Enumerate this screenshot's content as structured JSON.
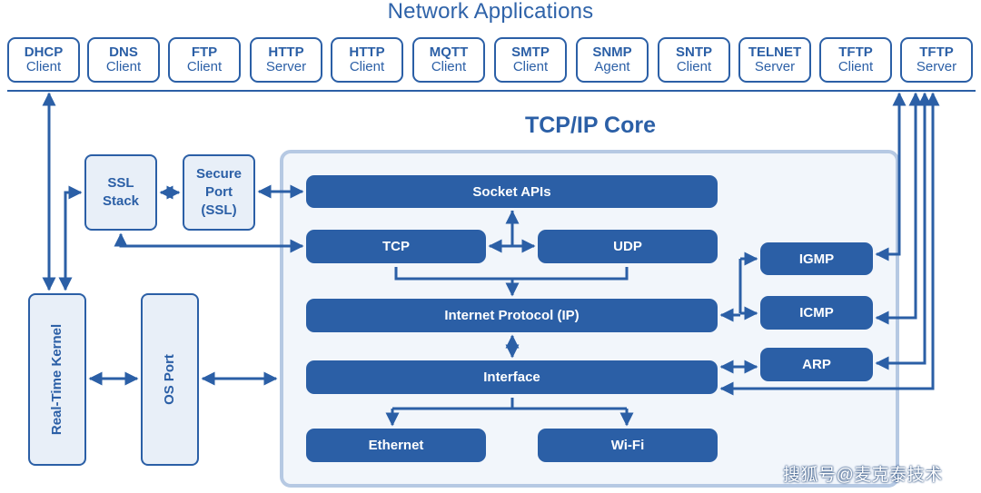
{
  "title": "Network Applications",
  "apps": [
    {
      "line1": "DHCP",
      "line2": "Client"
    },
    {
      "line1": "DNS",
      "line2": "Client"
    },
    {
      "line1": "FTP",
      "line2": "Client"
    },
    {
      "line1": "HTTP",
      "line2": "Server"
    },
    {
      "line1": "HTTP",
      "line2": "Client"
    },
    {
      "line1": "MQTT",
      "line2": "Client"
    },
    {
      "line1": "SMTP",
      "line2": "Client"
    },
    {
      "line1": "SNMP",
      "line2": "Agent"
    },
    {
      "line1": "SNTP",
      "line2": "Client"
    },
    {
      "line1": "TELNET",
      "line2": "Server"
    },
    {
      "line1": "TFTP",
      "line2": "Client"
    },
    {
      "line1": "TFTP",
      "line2": "Server"
    }
  ],
  "core": {
    "title": "TCP/IP Core",
    "socket_apis": "Socket APIs",
    "tcp": "TCP",
    "udp": "UDP",
    "ip": "Internet Protocol (IP)",
    "interface": "Interface",
    "ethernet": "Ethernet",
    "wifi": "Wi-Fi",
    "igmp": "IGMP",
    "icmp": "ICMP",
    "arp": "ARP"
  },
  "ssl_stack": {
    "line1": "SSL",
    "line2": "Stack"
  },
  "secure_port": {
    "line1": "Secure",
    "line2": "Port",
    "line3": "(SSL)"
  },
  "rtos": "Real-Time Kernel",
  "os_port": "OS Port",
  "watermark": "搜狐号@麦克泰技术",
  "colors": {
    "primary": "#2b5fa6",
    "core_border": "#b6c9e3",
    "core_fill": "#f2f6fb",
    "box_fill": "#e8eff8"
  }
}
